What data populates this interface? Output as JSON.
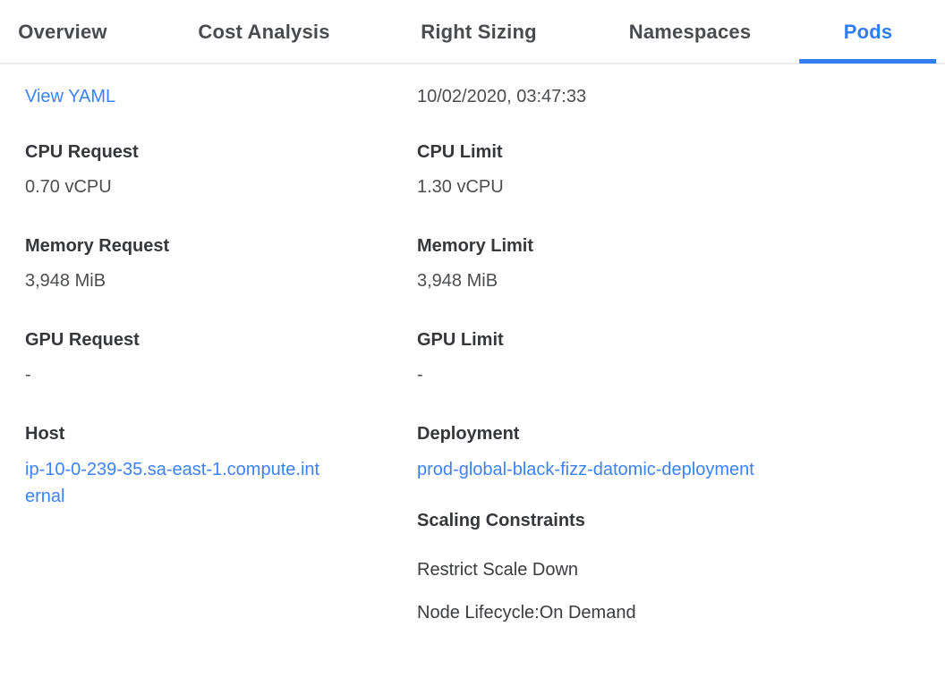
{
  "tabs": {
    "items": [
      {
        "label": "Overview",
        "active": false
      },
      {
        "label": "Cost Analysis",
        "active": false
      },
      {
        "label": "Right Sizing",
        "active": false
      },
      {
        "label": "Namespaces",
        "active": false
      },
      {
        "label": "Pods",
        "active": true
      }
    ],
    "active_tab": "Pods"
  },
  "panel": {
    "view_yaml_label": "View YAML",
    "timestamp": "10/02/2020, 03:47:33",
    "fields": {
      "left": [
        {
          "label": "CPU Request",
          "value": "0.70 vCPU"
        },
        {
          "label": "Memory Request",
          "value": "3,948 MiB"
        },
        {
          "label": "GPU Request",
          "value": "-"
        },
        {
          "label": "Host",
          "value": "ip-10-0-239-35.sa-east-1.compute.internal",
          "is_link": true
        }
      ],
      "right": [
        {
          "label": "CPU Limit",
          "value": "1.30 vCPU"
        },
        {
          "label": "Memory Limit",
          "value": "3,948 MiB"
        },
        {
          "label": "GPU Limit",
          "value": "-"
        },
        {
          "label": "Deployment",
          "value": "prod-global-black-fizz-datomic-deployment",
          "is_link": true
        }
      ]
    },
    "scaling_constraints": {
      "title": "Scaling Constraints",
      "items": [
        "Restrict Scale Down",
        "Node Lifecycle:On Demand"
      ]
    }
  },
  "colors": {
    "accent_blue": "#3d82f4",
    "active_tab_blue": "#2f7df1",
    "label_text": "#36373a",
    "value_text": "#4c4d51",
    "tab_text": "#4a4b4f",
    "divider": "#ececec"
  }
}
